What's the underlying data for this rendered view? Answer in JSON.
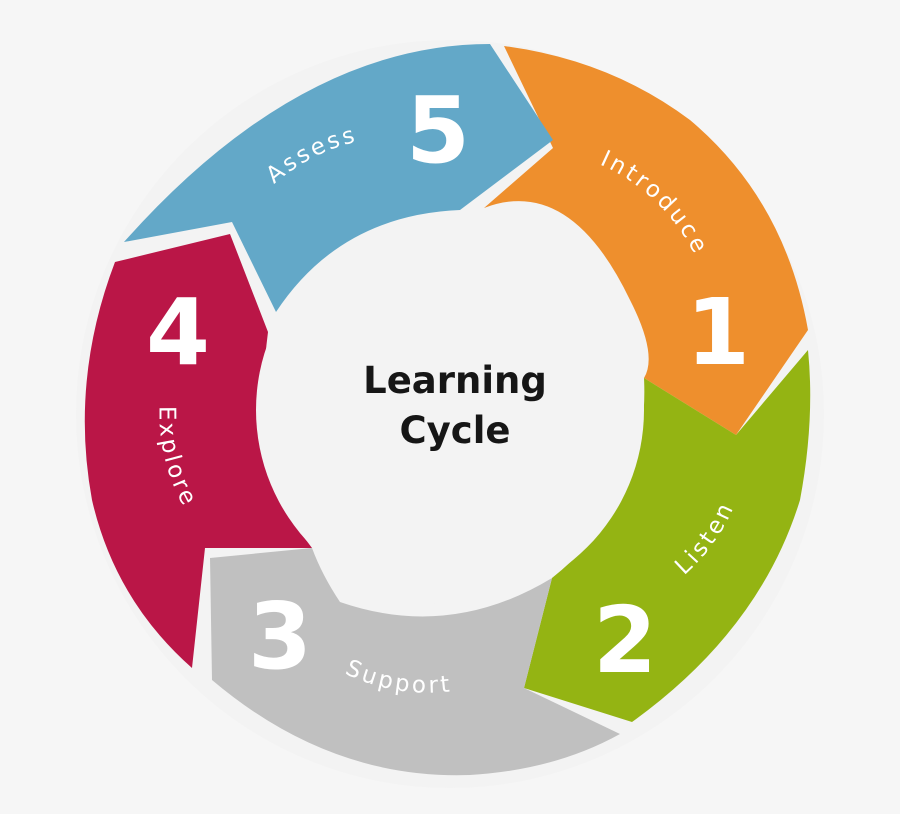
{
  "title": {
    "line1": "Learning",
    "line2": "Cycle"
  },
  "steps": [
    {
      "number": "1",
      "label": "Introduce",
      "color": "#ee8f2d"
    },
    {
      "number": "2",
      "label": "Listen",
      "color": "#94b413"
    },
    {
      "number": "3",
      "label": "Support",
      "color": "#c0c0c0"
    },
    {
      "number": "4",
      "label": "Explore",
      "color": "#ba1647"
    },
    {
      "number": "5",
      "label": "Assess",
      "color": "#63a8c8"
    }
  ],
  "colors": {
    "background": "#f6f6f6",
    "center_fill": "#f3f3f3",
    "text": "#161616"
  }
}
